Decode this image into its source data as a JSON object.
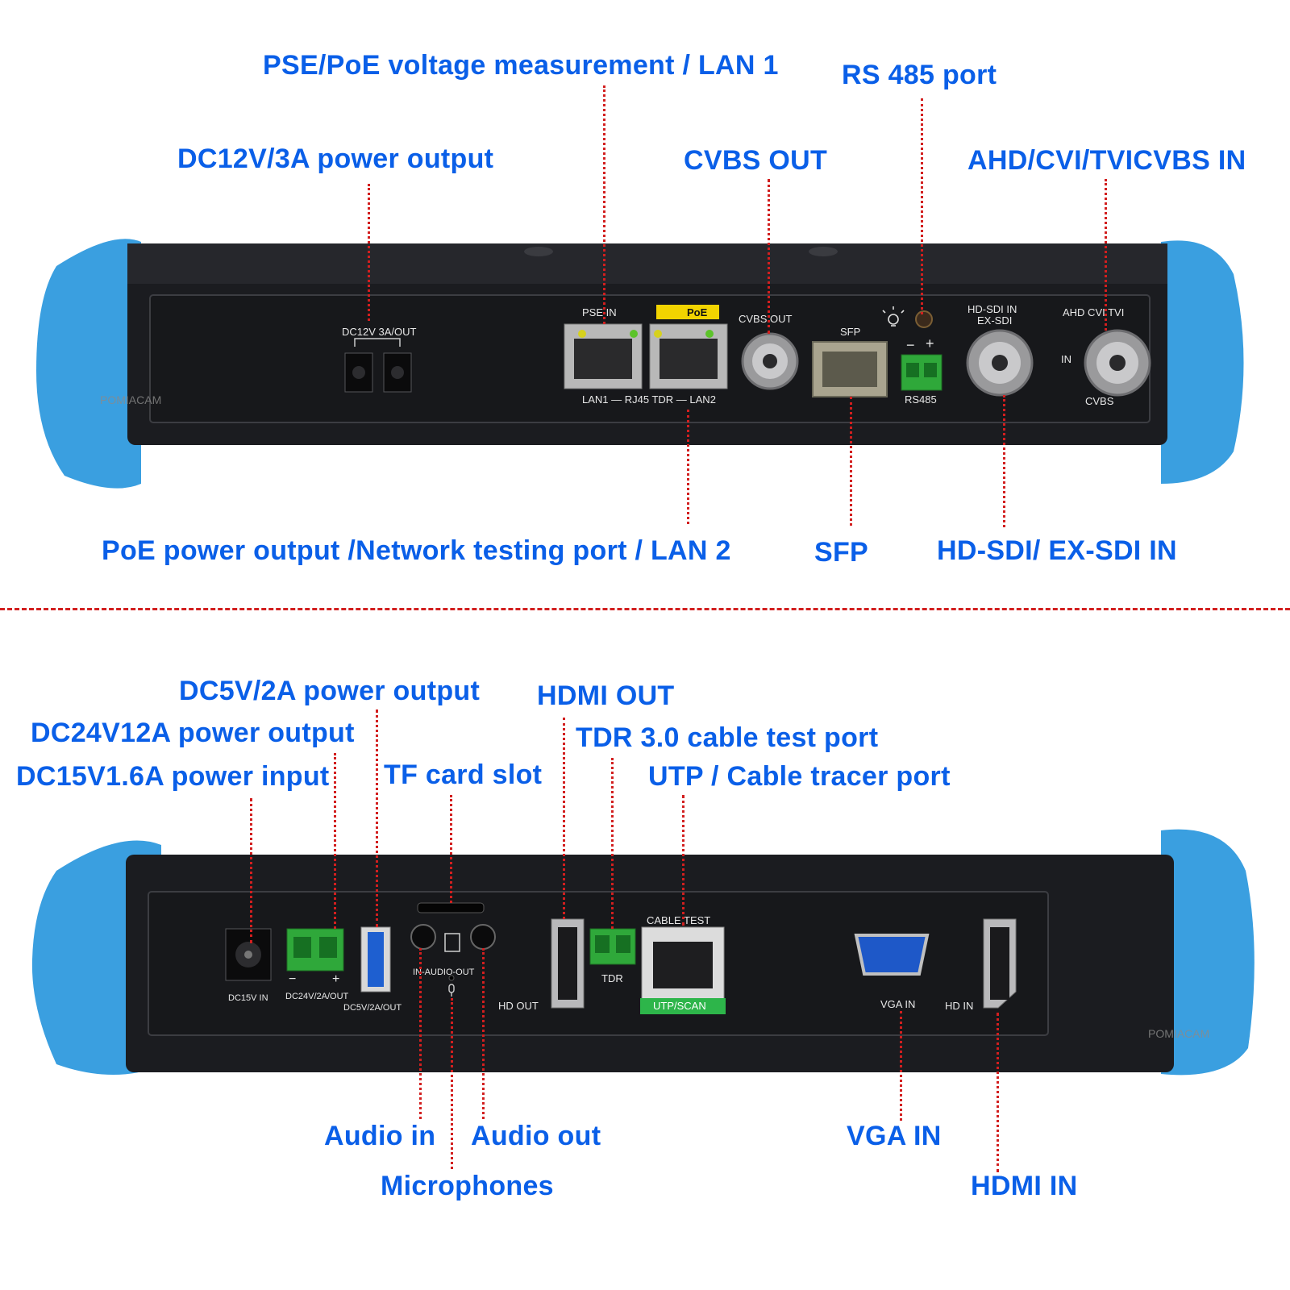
{
  "top": {
    "callouts": {
      "pse_poe": "PSE/PoE voltage measurement / LAN 1",
      "rs485": "RS 485 port",
      "dc12v": "DC12V/3A power output",
      "cvbs_out": "CVBS OUT",
      "ahd_in": "AHD/CVI/TVICVBS IN",
      "poe_out": "PoE power output /Network testing port / LAN 2",
      "sfp": "SFP",
      "hdsdi": "HD-SDI/ EX-SDI IN"
    },
    "panel": {
      "dc12v_label": "DC12V 3A/OUT",
      "pse_in": "PSE IN",
      "poe_badge": "PoE",
      "lan_label": "LAN1 — RJ45 TDR — LAN2",
      "cvbs_out": "CVBS OUT",
      "sfp": "SFP",
      "rs485": "RS485",
      "minus": "−",
      "plus": "+",
      "hdsdi_in": "HD-SDI IN",
      "exsdi": "EX-SDI",
      "ahd_cvi_tvi": "AHD CVI TVI",
      "in": "IN",
      "cvbs": "CVBS",
      "watermark": "POMIACAM"
    }
  },
  "bottom": {
    "callouts": {
      "dc5v": "DC5V/2A power output",
      "hdmi_out": "HDMI OUT",
      "dc24v": "DC24V12A power output",
      "tdr": "TDR 3.0 cable test port",
      "dc15v": "DC15V1.6A power input",
      "tf": "TF card slot",
      "utp": "UTP / Cable tracer port",
      "audio_in": "Audio in",
      "audio_out": "Audio out",
      "vga_in": "VGA IN",
      "microphones": "Microphones",
      "hdmi_in": "HDMI IN"
    },
    "panel": {
      "dc15v_in": "DC15V IN",
      "dc24v_out": "DC24V/2A/OUT",
      "minus": "−",
      "plus": "+",
      "dc5v_out": "DC5V/2A/OUT",
      "audio": "IN-AUDIO-OUT",
      "hd_out": "HD OUT",
      "tdr": "TDR",
      "cable_test": "CABLE TEST",
      "utp_scan": "UTP/SCAN",
      "vga_in": "VGA IN",
      "hd_in": "HD IN",
      "watermark": "POMIACAM"
    }
  },
  "colors": {
    "callout": "#0a5fe8",
    "leader": "#d21f1f",
    "bumper": "#3a9fe0",
    "body": "#1b1c20"
  }
}
